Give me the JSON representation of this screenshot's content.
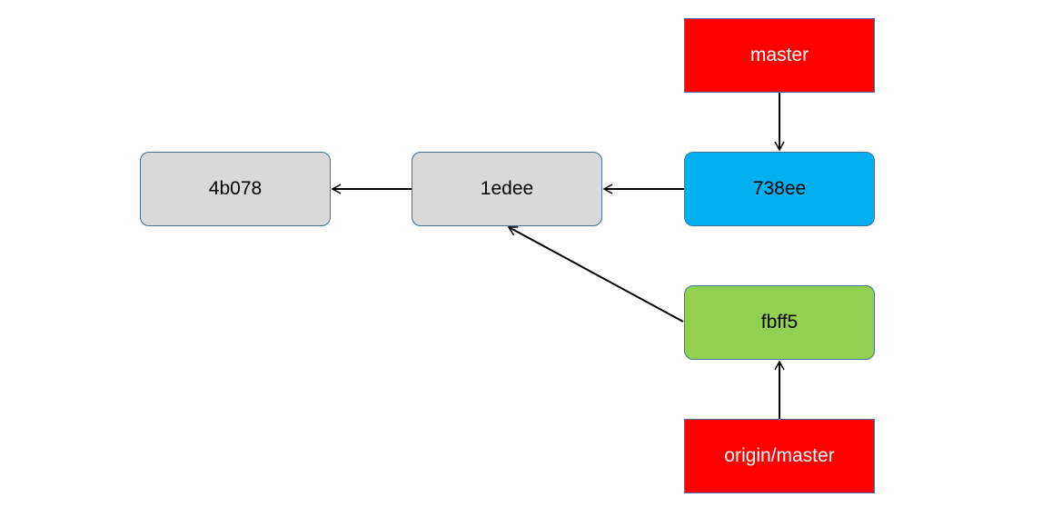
{
  "commits": [
    {
      "id": "4b078",
      "color": "#d9d9d9"
    },
    {
      "id": "1edee",
      "color": "#d9d9d9"
    },
    {
      "id": "738ee",
      "color": "#00b0f0"
    },
    {
      "id": "fbff5",
      "color": "#92d050"
    }
  ],
  "refs": [
    {
      "label": "master",
      "color": "#ff0000"
    },
    {
      "label": "origin/master",
      "color": "#ff0000"
    }
  ],
  "edges": [
    {
      "from": "1edee",
      "to": "4b078"
    },
    {
      "from": "738ee",
      "to": "1edee"
    },
    {
      "from": "fbff5",
      "to": "1edee"
    },
    {
      "from": "master",
      "to": "738ee"
    },
    {
      "from": "origin/master",
      "to": "fbff5"
    }
  ]
}
